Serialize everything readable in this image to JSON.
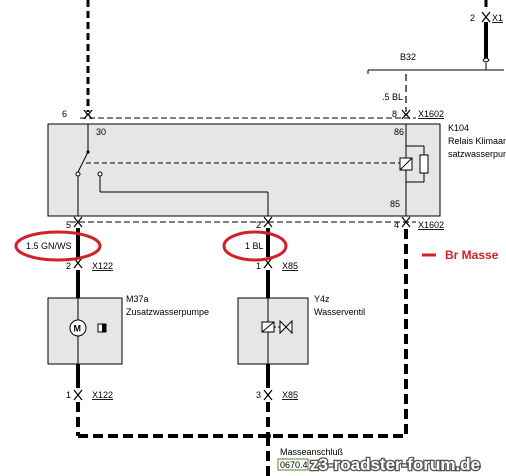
{
  "top": {
    "x1_pin": "2",
    "x1_conn": "X1",
    "b32": "B32"
  },
  "relay": {
    "pin_top_left": "6",
    "pin_top_right": "8",
    "conn_top": "X1602",
    "wire_top_right": ".5 BL",
    "id": "K104",
    "desc1": "Relais Klimaan",
    "desc2": "satzwasserpun",
    "pin30": "30",
    "pin86": "86",
    "pin85": "85",
    "pin_bot_left": "5",
    "pin_bot_mid": "2",
    "pin_bot_right": "4",
    "conn_bot": "X1602"
  },
  "wires": {
    "left_spec": "1.5 GN/WS",
    "mid_spec": "1 BL",
    "ground_note": "Br Masse"
  },
  "pump": {
    "pin_top": "2",
    "conn_top": "X122",
    "id": "M37a",
    "name": "Zusatzwasserpumpe",
    "symbol": "M",
    "pin_bot": "1",
    "conn_bot": "X122"
  },
  "valve": {
    "pin_top": "1",
    "conn_top": "X85",
    "id": "Y4z",
    "name": "Wasserventil",
    "pin_bot": "3",
    "conn_bot": "X85"
  },
  "ground": {
    "label": "Masseanschluß",
    "code": "0670.4"
  },
  "watermark": "z3-roadster-forum.de",
  "colors": {
    "highlight": "#d0202a",
    "component_fill": "#e6e6e6",
    "code_green": "#4c8a2a"
  }
}
